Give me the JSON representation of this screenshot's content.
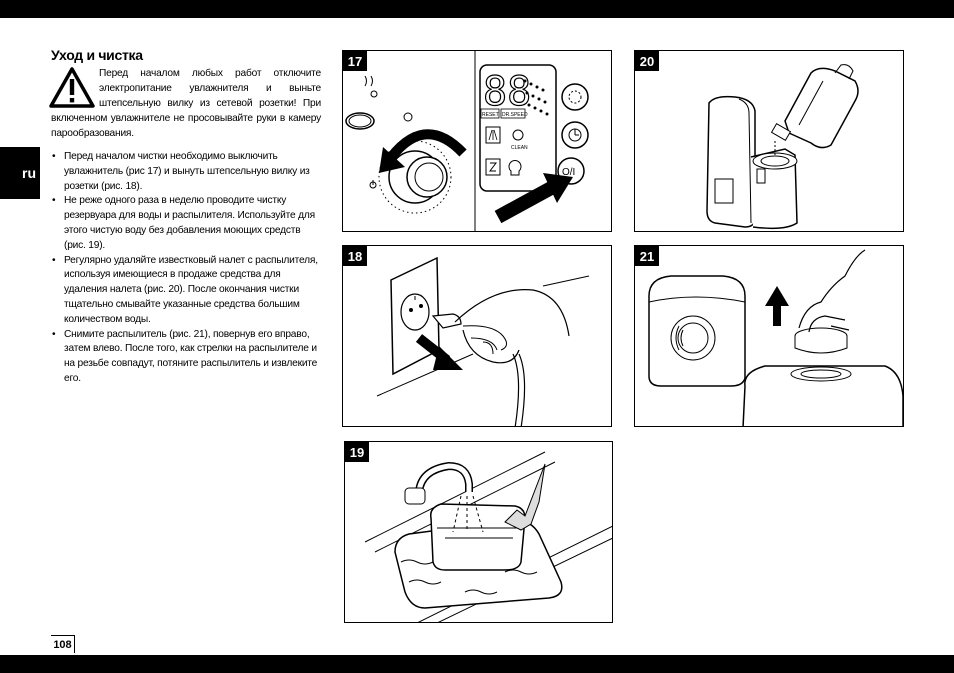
{
  "header": {
    "title": "Уход и чистка"
  },
  "language_tab": "ru",
  "warning": {
    "icon": "warning-triangle-icon",
    "text": "Перед началом любых работ отключите электропитание увлажнителя и выньте штепсельную вилку из сетевой розетки! При включенном увлажнителе не просовывайте руки в камеру парообразования."
  },
  "bullets": [
    "Перед началом чистки необходимо выключить увлажнитель (рис 17) и вынуть штепсельную вилку из розетки (рис. 18).",
    "Не реже одного раза в неделю проводите чистку резервуара для воды и распылителя. Используйте для этого чистую воду без добавления моющих средств (рис. 19).",
    "Регулярно удаляйте известковый налет с распылителя, используя имеющиеся в продаже средства для удаления налета (рис. 20). После окончания чистки тщательно смывайте указанные средства большим количеством воды.",
    "Снимите распылитель (рис. 21), повернув его вправо, затем влево. После того, как стрелки на распылителе и на резьбе совпадут, потяните распылитель и извлеките его."
  ],
  "figures": {
    "fig17": {
      "number": "17",
      "display_digits": "88",
      "labels": [
        "RESET",
        "DR.SPEED",
        "CLEAN"
      ]
    },
    "fig18": {
      "number": "18"
    },
    "fig19": {
      "number": "19"
    },
    "fig20": {
      "number": "20"
    },
    "fig21": {
      "number": "21"
    }
  },
  "footer": {
    "page_number": "108"
  }
}
